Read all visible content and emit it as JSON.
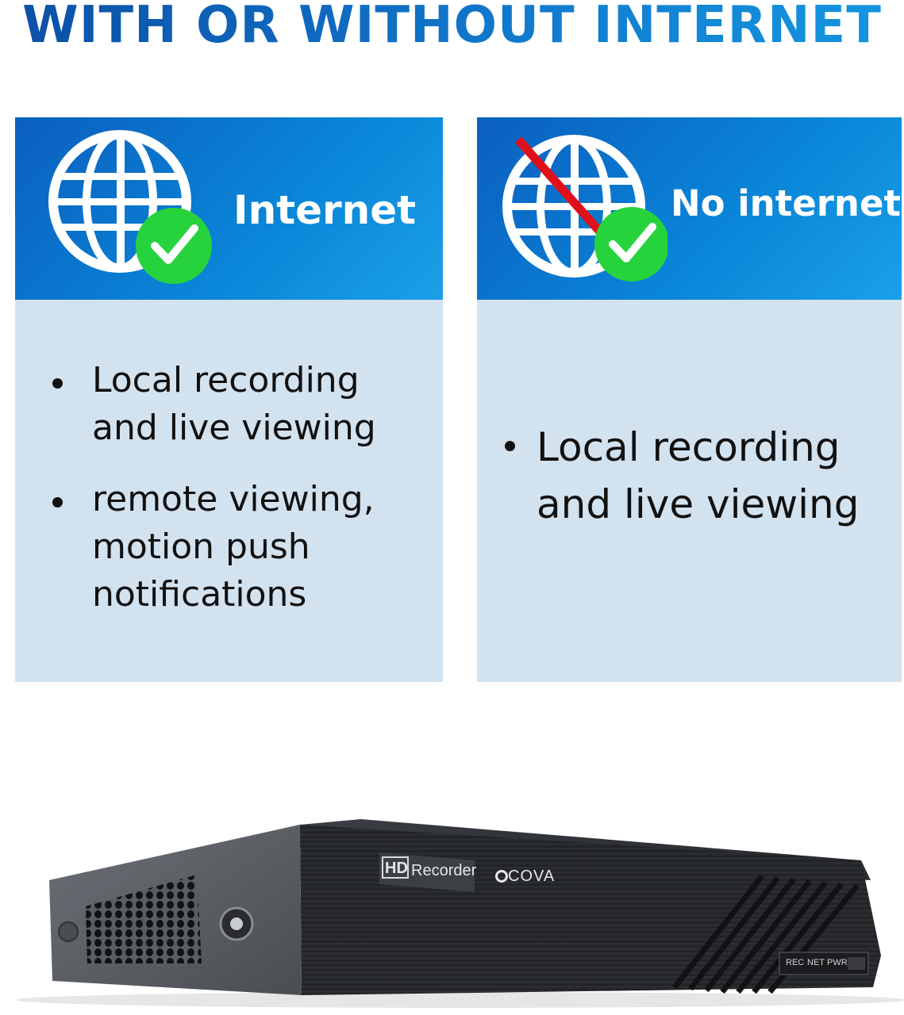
{
  "header": {
    "title": "WITH OR WITHOUT INTERNET"
  },
  "cards": [
    {
      "label": "Internet",
      "icon": "globe-check-icon",
      "bullets": [
        "Local recording\nand live viewing",
        "remote viewing,\nmotion push\nnotifications"
      ]
    },
    {
      "label": "No internet",
      "icon": "globe-crossed-check-icon",
      "bullets": [
        "Local recording\nand live viewing"
      ]
    }
  ],
  "device": {
    "badge": "HD",
    "model_label": "Recorder",
    "brand": "COVA",
    "indicators": [
      "REC",
      "NET",
      "PWR"
    ]
  },
  "colors": {
    "title": "#0b4fa6",
    "header_blue": "#0a7dd3",
    "body_bg": "#d3e2ef",
    "check_green": "#27d33c",
    "cross_red": "#e0101a"
  }
}
